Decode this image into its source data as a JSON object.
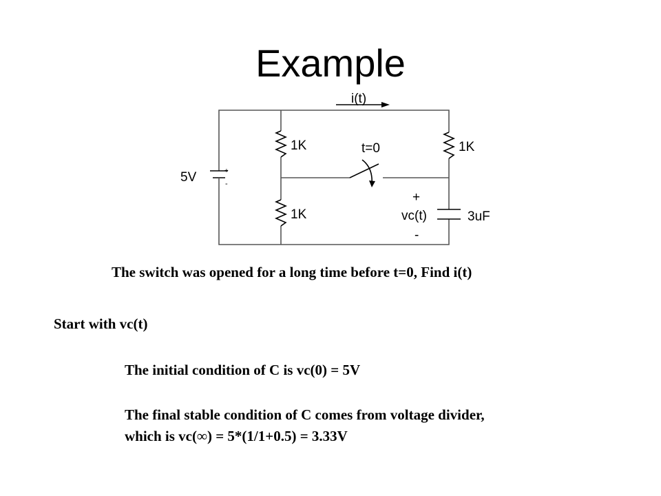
{
  "slide": {
    "title": "Example"
  },
  "circuit": {
    "current_label": "i(t)",
    "source_label": "5V",
    "source_plus": "+",
    "source_minus": "-",
    "r_top_left_label": "1K",
    "r_bottom_left_label": "1K",
    "r_right_label": "1K",
    "switch_label": "t=0",
    "cap_plus": "+",
    "cap_voltage_label": "vc(t)",
    "cap_minus": "-",
    "cap_value_label": "3uF"
  },
  "text": {
    "problem": "The switch was opened for a long time before t=0, Find i(t)",
    "start": "Start with vc(t)",
    "initial": "The initial condition of C is vc(0) = 5V",
    "final_line1": "The final stable condition of C comes from voltage divider,",
    "final_line2": "which is vc(∞) = 5*(1/1+0.5) = 3.33V"
  }
}
